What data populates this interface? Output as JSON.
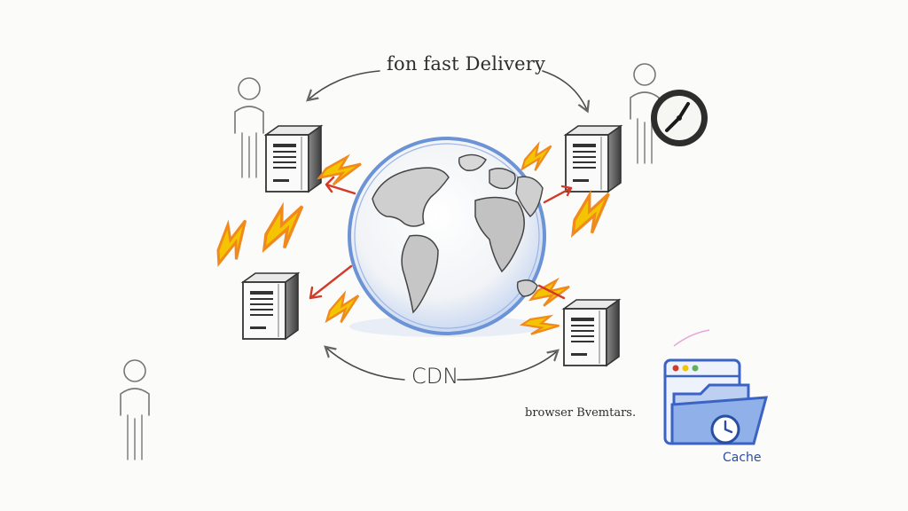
{
  "diagram": {
    "title": "fon fast Delivery",
    "center_label": "CDN",
    "note": "browser Bvemtars.",
    "cache_label": "Cache"
  },
  "colors": {
    "pencil": "#4a4a4a",
    "globe_blue": "#6c93d6",
    "bolt_yellow": "#f5c400",
    "bolt_orange": "#f08a1c",
    "arrow_red": "#d23a2a",
    "cache_blue": "#3a63c4"
  },
  "icons": [
    "globe-icon",
    "server-icon",
    "person-icon",
    "clock-icon",
    "lightning-icon",
    "folder-icon",
    "browser-window-icon"
  ]
}
